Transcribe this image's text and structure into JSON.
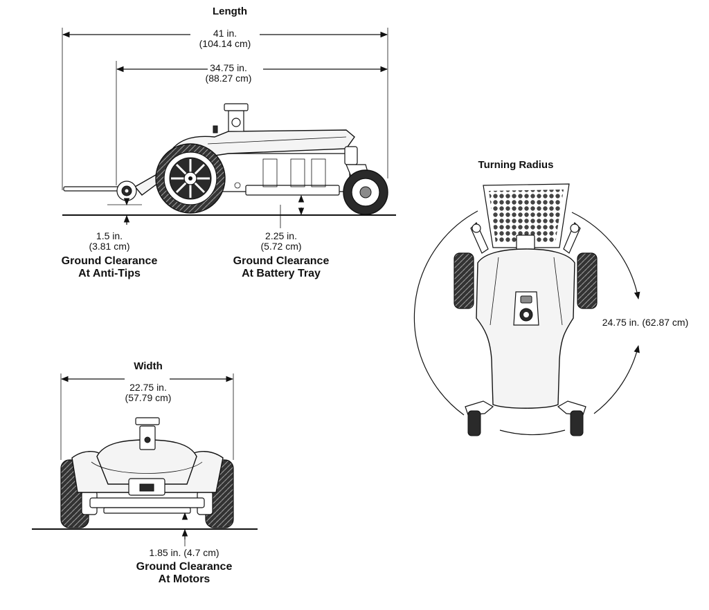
{
  "length": {
    "title": "Length",
    "overall_in": "41 in.",
    "overall_cm": "(104.14 cm)",
    "inner_in": "34.75 in.",
    "inner_cm": "(88.27 cm)"
  },
  "anti_tips": {
    "value_in": "1.5 in.",
    "value_cm": "(3.81 cm)",
    "label_line1": "Ground Clearance",
    "label_line2": "At Anti-Tips"
  },
  "battery_tray": {
    "value_in": "2.25 in.",
    "value_cm": "(5.72 cm)",
    "label_line1": "Ground Clearance",
    "label_line2": "At Battery Tray"
  },
  "turning": {
    "title": "Turning Radius",
    "value": "24.75 in. (62.87 cm)"
  },
  "width": {
    "title": "Width",
    "value_in": "22.75 in.",
    "value_cm": "(57.79 cm)"
  },
  "motors": {
    "value": "1.85 in. (4.7 cm)",
    "label_line1": "Ground Clearance",
    "label_line2": "At Motors"
  }
}
